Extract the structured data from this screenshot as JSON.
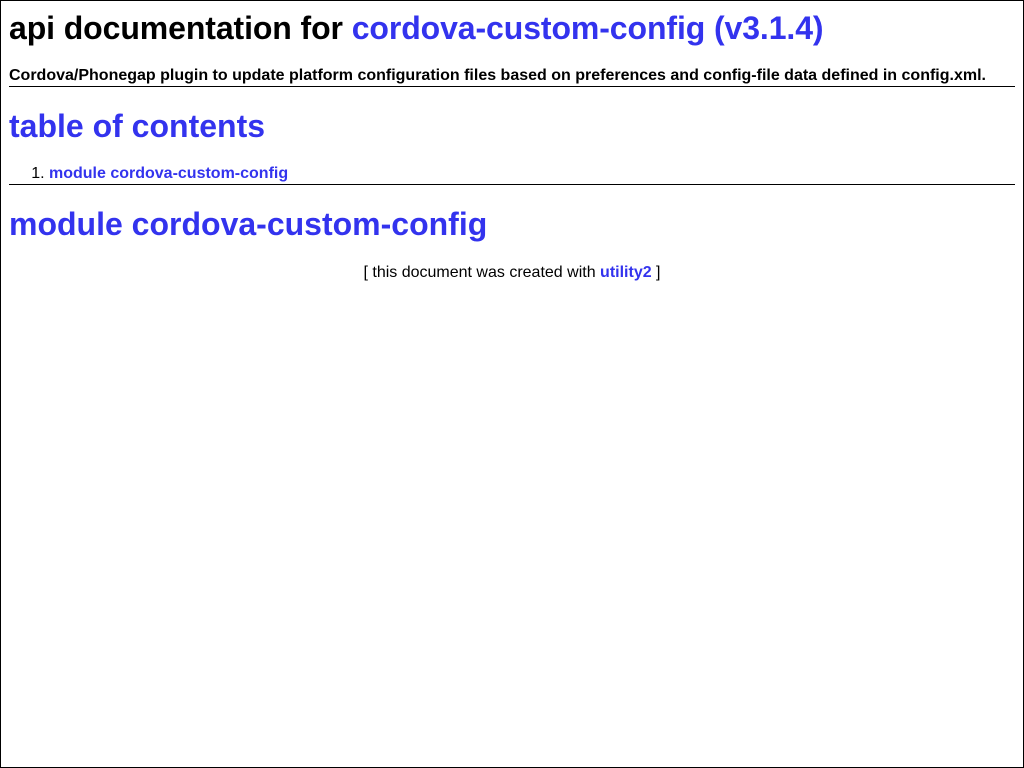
{
  "header": {
    "title_prefix": "api documentation for ",
    "title_link": "cordova-custom-config (v3.1.4)",
    "description": "Cordova/Phonegap plugin to update platform configuration files based on preferences and config-file data defined in config.xml."
  },
  "toc": {
    "title": "table of contents",
    "items": [
      {
        "label": "module cordova-custom-config"
      }
    ]
  },
  "module": {
    "title": "module cordova-custom-config"
  },
  "footer": {
    "prefix": "[ this document was created with ",
    "link": "utility2",
    "suffix": " ]"
  },
  "colors": {
    "link": "#3333ee",
    "text": "#000000",
    "background": "#ffffff"
  }
}
